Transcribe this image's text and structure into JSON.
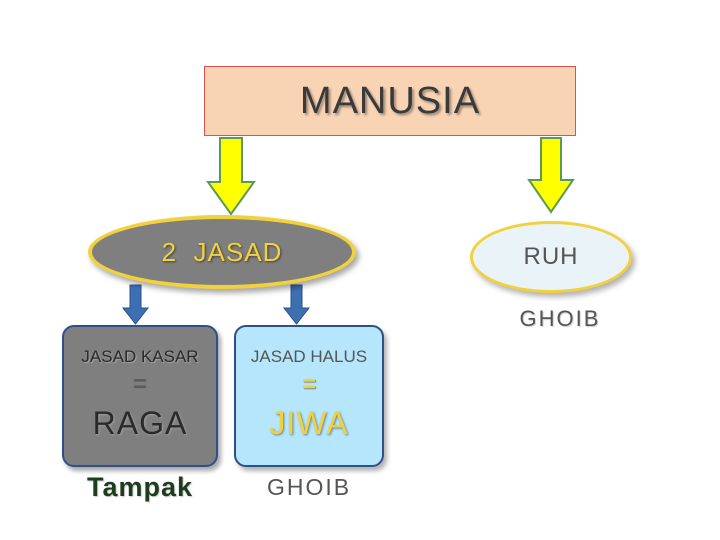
{
  "root": {
    "label": "MANUSIA"
  },
  "jasad": {
    "label": "2  JASAD"
  },
  "ruh": {
    "label": "RUH",
    "note": "GHOIB"
  },
  "kasar": {
    "title": "JASAD KASAR",
    "eq": "=",
    "term": "RAGA",
    "note": "Tampak"
  },
  "halus": {
    "title": "JASAD HALUS",
    "eq": "=",
    "term": "JIWA",
    "note": "GHOIB"
  },
  "colors": {
    "yellow": "#f2d23c",
    "blue_arrow": "#3d6fb3",
    "green_arrow_border": "#5b9a55"
  }
}
